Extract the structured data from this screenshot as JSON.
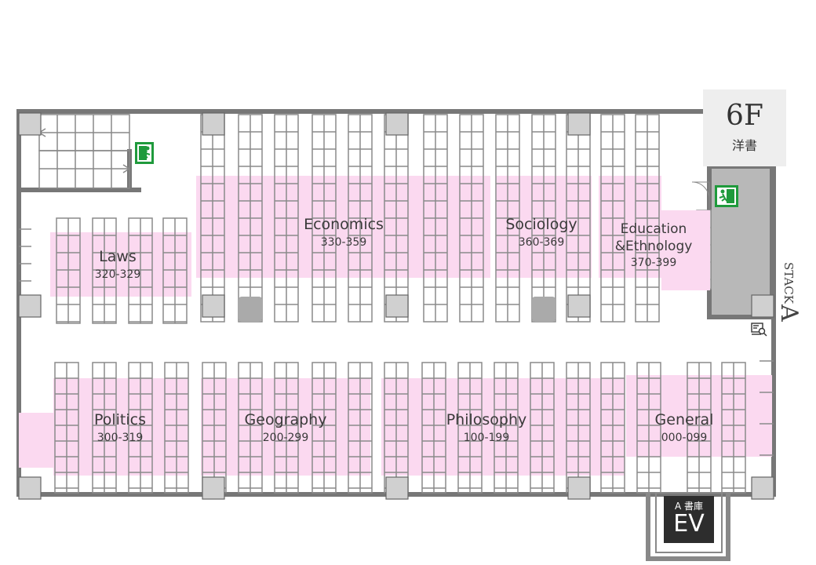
{
  "floor": {
    "number": "6F",
    "subtitle": "洋書"
  },
  "stack": {
    "label": "STACK",
    "letter": "A"
  },
  "elevator": {
    "caption": "A 書庫",
    "label": "EV"
  },
  "zones": [
    {
      "id": "laws",
      "name": "Laws",
      "range": "320-329"
    },
    {
      "id": "economics",
      "name": "Economics",
      "range": "330-359"
    },
    {
      "id": "sociology",
      "name": "Sociology",
      "range": "360-369"
    },
    {
      "id": "education",
      "name": "Education",
      "name2": "&Ethnology",
      "range": "370-399"
    },
    {
      "id": "politics",
      "name": "Politics",
      "range": "300-319"
    },
    {
      "id": "geography",
      "name": "Geography",
      "range": "200-299"
    },
    {
      "id": "philosophy",
      "name": "Philosophy",
      "range": "100-199"
    },
    {
      "id": "general",
      "name": "General",
      "range": "000-099"
    }
  ],
  "icons": {
    "exit": "emergency-exit-icon",
    "opac": "search-terminal-icon"
  },
  "colors": {
    "zone_fill": "#fbd9f0",
    "wall": "#777777",
    "shelf": "#8a8a8a",
    "pillar": "#d0d0d0",
    "stack_area": "#b8b8b8",
    "exit_green": "#1f9a3c"
  }
}
